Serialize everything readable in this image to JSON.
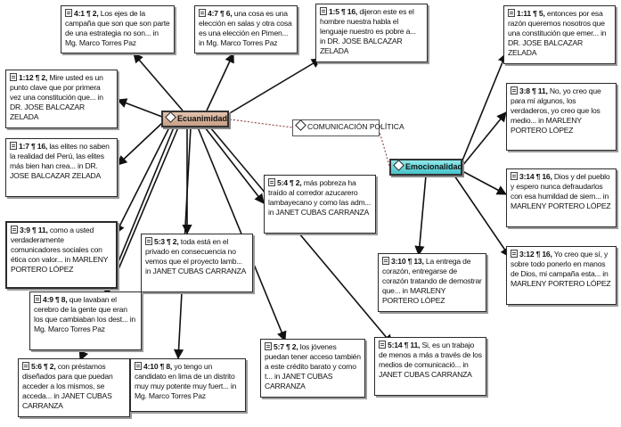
{
  "codes": {
    "ecuanimidad": {
      "label": "Ecuanimidad",
      "color": "#c9a48c"
    },
    "emocionalidad": {
      "label": "Emocionalidad",
      "color": "#4cc6cc"
    },
    "comunicacion": {
      "label": "COMUNICACIÓN POLÍTICA"
    }
  },
  "quotes": [
    {
      "ref": "4:1 ¶ 2,",
      "text": "Los ejes de la campaña que son que son parte de una estrategia no son... in Mg. Marco Torres Paz"
    },
    {
      "ref": "4:7 ¶ 6,",
      "text": "una cosa es una elección en salas y otra cosa es una elección en Pimen... in Mg. Marco Torres Paz"
    },
    {
      "ref": "1:5 ¶ 16,",
      "text": "dijeron este es el hombre nuestra habla el lenguaje nuestro es pobre a... in DR. JOSE BALCAZAR ZELADA"
    },
    {
      "ref": "1:12 ¶ 2,",
      "text": "Mire usted es un punto clave que por primera vez una constitución que... in DR. JOSE BALCAZAR ZELADA"
    },
    {
      "ref": "1:7 ¶ 16,",
      "text": "las elites no saben la realidad del Perú, las elites más bien han crea... in DR. JOSE BALCAZAR ZELADA"
    },
    {
      "ref": "3:9 ¶ 11,",
      "text": "como a usted verdaderamente comunicadores sociales con ética con valor... in MARLENY PORTERO LÓPEZ"
    },
    {
      "ref": "4:9 ¶ 8,",
      "text": "que lavaban el cerebro de la gente que eran los que cambiaban los dest... in Mg. Marco Torres Paz"
    },
    {
      "ref": "5:6 ¶ 2,",
      "text": "con préstamos diseñados para que puedan acceder a los mismos, se acceda... in JANET CUBAS CARRANZA"
    },
    {
      "ref": "5:3 ¶ 2,",
      "text": "toda está en el privado en consecuencia no vemos que el proyecto lamb... in JANET CUBAS CARRANZA"
    },
    {
      "ref": "4:10 ¶ 8,",
      "text": "yo tengo un candidato en lima de un distrito muy muy potente muy fuert... in Mg. Marco Torres Paz"
    },
    {
      "ref": "5:4 ¶ 2,",
      "text": "más pobreza ha traído al corredor azucarero lambayecano y como las adm... in JANET CUBAS CARRANZA"
    },
    {
      "ref": "5:7 ¶ 2,",
      "text": "los jóvenes puedan tener acceso también a este crédito barato y como t... in JANET CUBAS CARRANZA"
    },
    {
      "ref": "5:14 ¶ 11,",
      "text": "Si, es un trabajo de menos a más a través de los medios de comunicació... in JANET CUBAS CARRANZA"
    },
    {
      "ref": "1:11 ¶ 5,",
      "text": "entonces por esa razón queremos nosotros que una constitución que emer... in DR. JOSE BALCAZAR ZELADA"
    },
    {
      "ref": "3:8 ¶ 11,",
      "text": "No, yo creo que para mí algunos, los verdaderos, yo creo que los medio... in MARLENY PORTERO LÓPEZ"
    },
    {
      "ref": "3:14 ¶ 16,",
      "text": "Dios y del pueblo y espero nunca defraudarlos con esa humildad de siem... in MARLENY PORTERO LÓPEZ"
    },
    {
      "ref": "3:10 ¶ 13,",
      "text": "La entrega de corazón, entregarse de corazón tratando de demostrar que... in MARLENY PORTERO LÓPEZ"
    },
    {
      "ref": "3:12 ¶ 16,",
      "text": "Yo creo que sí, y sobre todo ponerlo en manos de Dios, mi campaña esta... in MARLENY PORTERO LÓPEZ"
    }
  ]
}
